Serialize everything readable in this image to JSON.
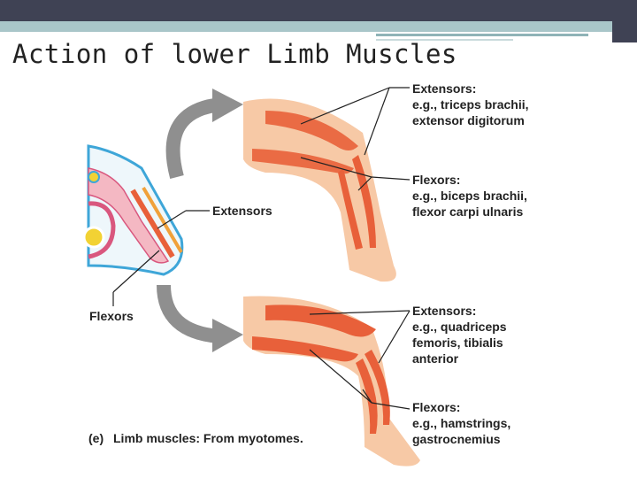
{
  "slide": {
    "title": "Action of lower Limb Muscles"
  },
  "figure": {
    "upper_limb": {
      "extensors_heading": "Extensors:",
      "extensors_example_1": "e.g., triceps brachii,",
      "extensors_example_2": "extensor digitorum",
      "flexors_heading": "Flexors:",
      "flexors_example_1": "e.g., biceps brachii,",
      "flexors_example_2": "flexor carpi ulnaris"
    },
    "embryo": {
      "extensors_label": "Extensors",
      "flexors_label": "Flexors"
    },
    "lower_limb": {
      "extensors_heading": "Extensors:",
      "extensors_example_1": "e.g., quadriceps",
      "extensors_example_2": "femoris, tibialis",
      "extensors_example_3": "anterior",
      "flexors_heading": "Flexors:",
      "flexors_example_1": "e.g., hamstrings,",
      "flexors_example_2": "gastrocnemius"
    },
    "caption_letter": "(e)",
    "caption_text": "Limb muscles: From myotomes.",
    "colors": {
      "skin": "#f7c9a6",
      "muscle": "#e8603a",
      "embryo_outline": "#3ea6d8",
      "arrow": "#8f8f8f"
    }
  }
}
